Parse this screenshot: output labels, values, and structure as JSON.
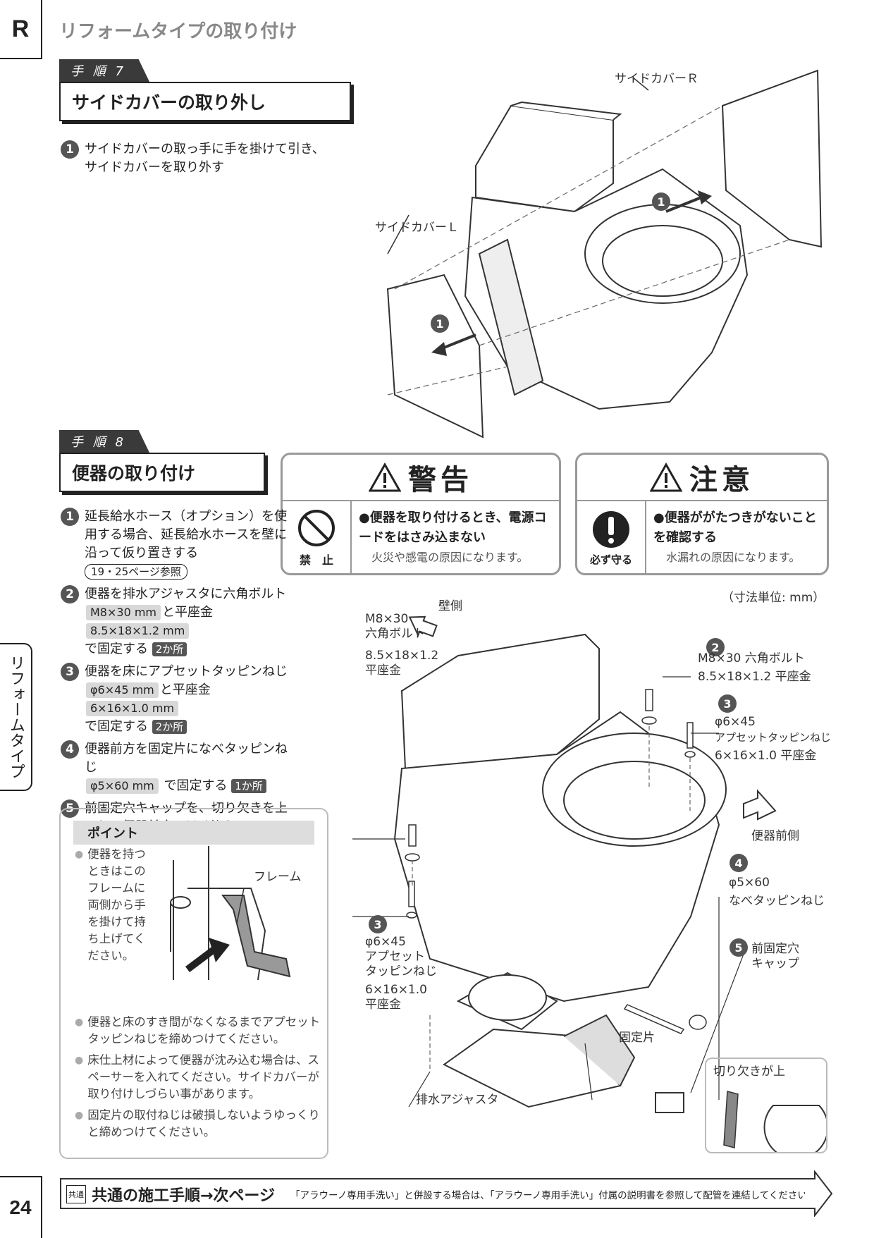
{
  "header": {
    "section_letter": "R",
    "section_title": "リフォームタイプの取り付け"
  },
  "step7": {
    "tag": "手 順 7",
    "title": "サイドカバーの取り外し",
    "item1": "サイドカバーの取っ手に手を掛けて引き、サイドカバーを取り外す",
    "label_cover_r": "サイドカバーＲ",
    "label_cover_l": "サイドカバーＬ"
  },
  "step8": {
    "tag": "手 順 8",
    "title": "便器の取り付け",
    "item1_text": "延長給水ホース（オプション）を使用する場合、延長給水ホースを壁に沿って仮り置きする",
    "item1_ref": "19・25ページ参照",
    "item2_a": "便器を排水アジャスタに六角ボルト",
    "item2_chip1": "M8×30 mm",
    "item2_b": "と平座金",
    "item2_chip2": "8.5×18×1.2 mm",
    "item2_c": "で固定する",
    "item2_count": "2か所",
    "item3_a": "便器を床にアプセットタッピンねじ",
    "item3_chip1": "φ6×45 mm",
    "item3_b": "と平座金",
    "item3_chip2": "6×16×1.0 mm",
    "item3_c": "で固定する",
    "item3_count": "2か所",
    "item4_a": "便器前方を固定片になべタッピンねじ",
    "item4_chip1": "φ5×60 mm",
    "item4_c": "で固定する",
    "item4_count": "1か所",
    "item5": "前固定穴キャップを、切り欠きを上にして便器前方にはめ込む"
  },
  "warning": {
    "title": "警告",
    "icon_label": "禁　止",
    "main": "●便器を取り付けるとき、電源コードをはさみ込まない",
    "sub": "火災や感電の原因になります。"
  },
  "caution": {
    "title": "注意",
    "icon_label": "必ず守る",
    "main": "●便器ががたつきがないことを確認する",
    "sub": "水漏れの原因になります。"
  },
  "point": {
    "title": "ポイント",
    "b1": "便器を持つときはこのフレームに両側から手を掛けて持ち上げてください。",
    "frame_label": "フレーム",
    "b2": "便器と床のすき間がなくなるまでアプセットタッピンねじを締めつけてください。",
    "b3": "床仕上材によって便器が沈み込む場合は、スペーサーを入れてください。サイドカバーが取り付けしづらい事があります。",
    "b4": "固定片の取付ねじは破損しないようゆっくりと締めつけてください。"
  },
  "diagram2": {
    "unit": "（寸法単位: mm）",
    "wall_side": "壁側",
    "front_side": "便器前側",
    "l_bolt_a": "M8×30",
    "l_bolt_b": "六角ボルト",
    "l_washer_a": "8.5×18×1.2",
    "l_washer_b": "平座金",
    "r_bolt": "M8×30 六角ボルト",
    "r_washer": "8.5×18×1.2 平座金",
    "r_screw_a": "φ6×45",
    "r_screw_b": "アプセットタッピンねじ",
    "r_screw_c": "6×16×1.0 平座金",
    "l_screw_a": "φ6×45",
    "l_screw_b": "アプセット",
    "l_screw_c": "タッピンねじ",
    "l_screw_d": "6×16×1.0",
    "l_screw_e": "平座金",
    "pan_screw_a": "φ5×60",
    "pan_screw_b": "なべタッピンねじ",
    "cap_a": "前固定穴",
    "cap_b": "キャップ",
    "fixing": "固定片",
    "adjuster": "排水アジャスタ",
    "notch": "切り欠きが上"
  },
  "side_tab": "リフォームタイプ",
  "footer": {
    "badge": "共通",
    "main": "共通の施工手順→次ページ",
    "note": "「アラウーノ専用手洗い」と併設する場合は、「アラウーノ専用手洗い」付属の説明書を参照して配管を連結してください。"
  },
  "page_number": "24",
  "num_labels": {
    "n1": "1",
    "n2": "2",
    "n3": "3",
    "n4": "4",
    "n5": "5"
  }
}
